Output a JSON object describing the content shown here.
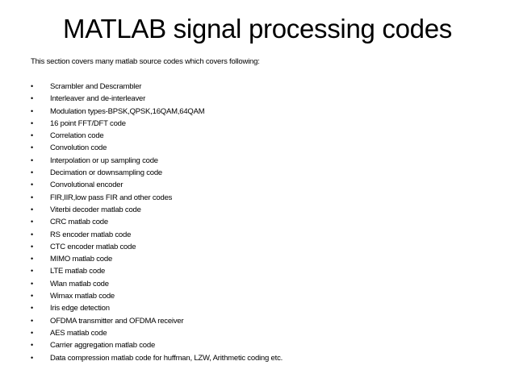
{
  "title": "MATLAB signal processing codes",
  "intro": "This section covers many matlab source codes which covers following:",
  "bullet_glyph": "•",
  "items": [
    "Scrambler and Descrambler",
    "Interleaver and de-interleaver",
    "Modulation types-BPSK,QPSK,16QAM,64QAM",
    "16 point FFT/DFT code",
    "Correlation code",
    "Convolution code",
    "Interpolation or up sampling code",
    "Decimation or downsampling code",
    "Convolutional encoder",
    "FIR,IIR,low pass FIR and other codes",
    "Viterbi decoder matlab code",
    "CRC matlab code",
    "RS encoder matlab code",
    "CTC encoder matlab code",
    "MIMO matlab code",
    "LTE matlab code",
    "Wlan matlab code",
    "Wimax matlab code",
    "Iris edge detection",
    "OFDMA transmitter and OFDMA receiver",
    "AES matlab code",
    "Carrier aggregation matlab code",
    "Data compression matlab code for huffman, LZW, Arithmetic coding etc."
  ]
}
